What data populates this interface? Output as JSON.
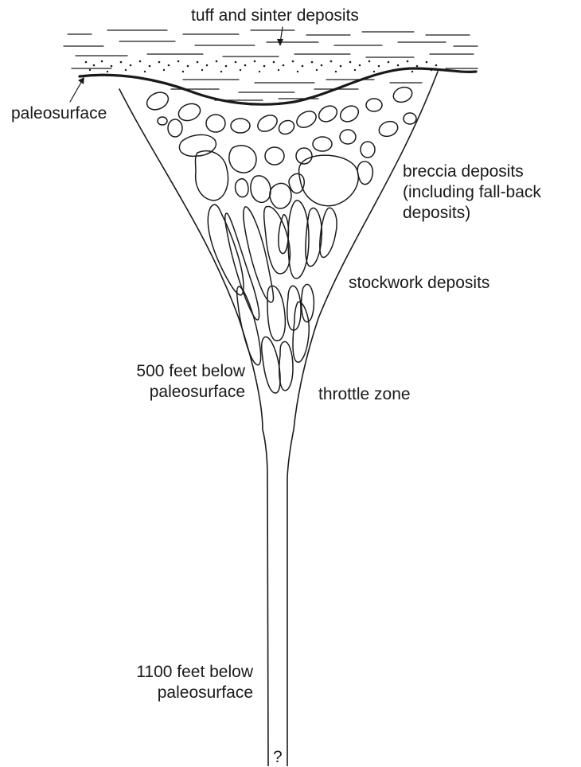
{
  "labels": {
    "tuff_sinter": "tuff and sinter deposits",
    "paleosurface": "paleosurface",
    "breccia_line1": "breccia deposits",
    "breccia_line2": "(including fall-back",
    "breccia_line3": "deposits)",
    "stockwork": "stockwork deposits",
    "depth_500_line1": "500 feet below",
    "depth_500_line2": "paleosurface",
    "throttle": "throttle zone",
    "depth_1100_line1": "1100 feet below",
    "depth_1100_line2": "paleosurface",
    "unknown_depth": "?"
  },
  "colors": {
    "ink": "#1a1a1a",
    "background": "#ffffff"
  }
}
